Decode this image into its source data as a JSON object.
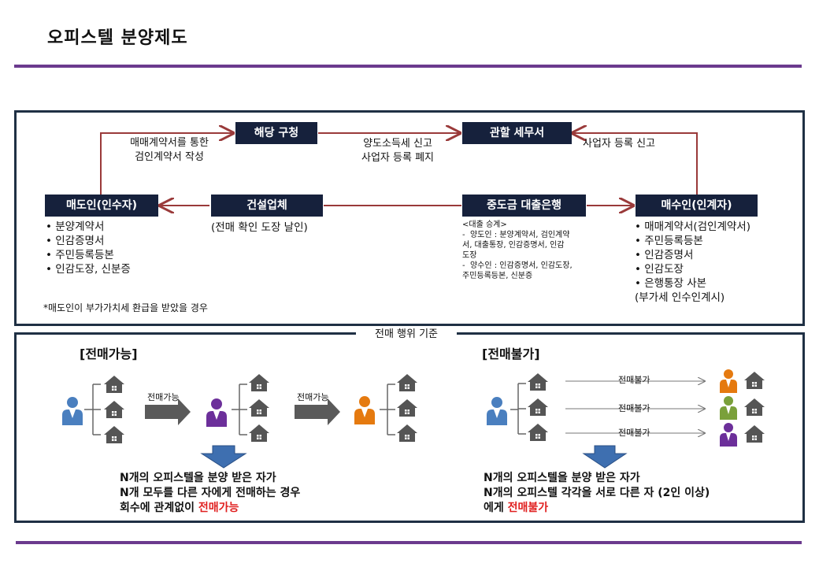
{
  "title": "오피스텔 분양제도",
  "top": {
    "boxes": {
      "haedang": "해당 구청",
      "tax": "관할 세무서",
      "seller": "매도인(인수자)",
      "builder": "건설업체",
      "bank": "중도금 대출은행",
      "buyer": "매수인(인계자)"
    },
    "labels": {
      "contract": "매매계약서를 통한\n검인계약서 작성",
      "transfer": "양도소득세 신고\n사업자 등록 폐지",
      "biz_reg": "사업자 등록 신고",
      "builder_note": "(전매 확인 도장 날인)",
      "footnote": "*매도인이 부가가치세 환급을 받았을 경우"
    },
    "seller_items": [
      "분양계약서",
      "인감증명서",
      "주민등록등본",
      "인감도장, 신분증"
    ],
    "buyer_items": [
      "매매계약서(검인계약서)",
      "주민등록등본",
      "인감증명서",
      "인감도장",
      "은행통장 사본"
    ],
    "buyer_extra": "(부가세 인수인계시)",
    "bank_note": "<대출 승계>\n-  양도인 : 분양계약서, 검인계약\n서, 대출통장, 인감증명서, 인감\n도장\n-  양수인 : 인감증명서, 인감도장,\n주민등록등본, 신분증"
  },
  "bottom": {
    "header": "전매 행위 기준",
    "left_title": "[전매가능]",
    "right_title": "[전매불가]",
    "arrow1": "전매가능",
    "arrow2": "전매가능",
    "no1": "전매불가",
    "no2": "전매불가",
    "no3": "전매불가",
    "left_line1": "N개의 오피스텔을 분양 받은 자가",
    "left_line2": "N개 모두를 다른 자에게 전매하는 경우",
    "left_line3a": "회수에 관계없이 ",
    "left_line3b": "전매가능",
    "right_line1": "N개의 오피스텔을 분양 받은 자가",
    "right_line2": "N개의 오피스텔 각각을 서로 다른 자 (2인 이상)",
    "right_line3a": "에게 ",
    "right_line3b": "전매불가"
  },
  "colors": {
    "accent": "#6b3a8e",
    "box": "#16213c",
    "arrow": "#9a3a3a",
    "red": "#e02020",
    "blue": "#4a7fbf",
    "purple": "#6c2f9a",
    "orange": "#e57a0f",
    "green": "#7aa03a",
    "house": "#555555",
    "down_arrow": "#3e6fb0"
  }
}
